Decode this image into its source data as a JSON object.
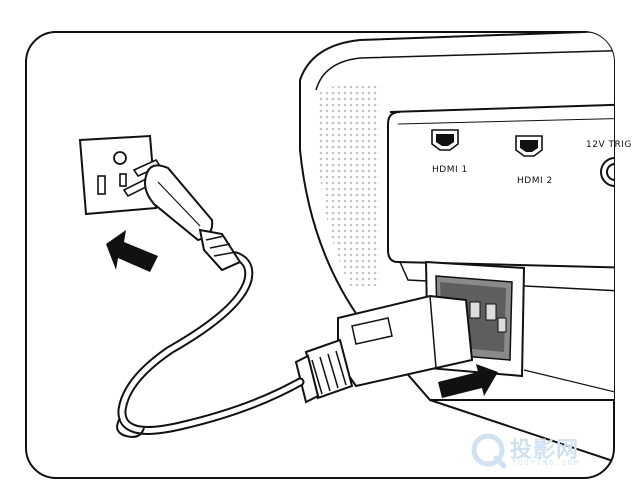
{
  "ports": {
    "hdmi1": "HDMI 1",
    "hdmi2": "HDMI 2",
    "trigger": "12V TRIG"
  },
  "watermark": {
    "text": "投影网",
    "sub": "TOUYING.COM"
  },
  "colors": {
    "line": "#111111",
    "grille": "#bdbdbd",
    "arrow": "#111111",
    "watermark": "#cfe3f4"
  }
}
